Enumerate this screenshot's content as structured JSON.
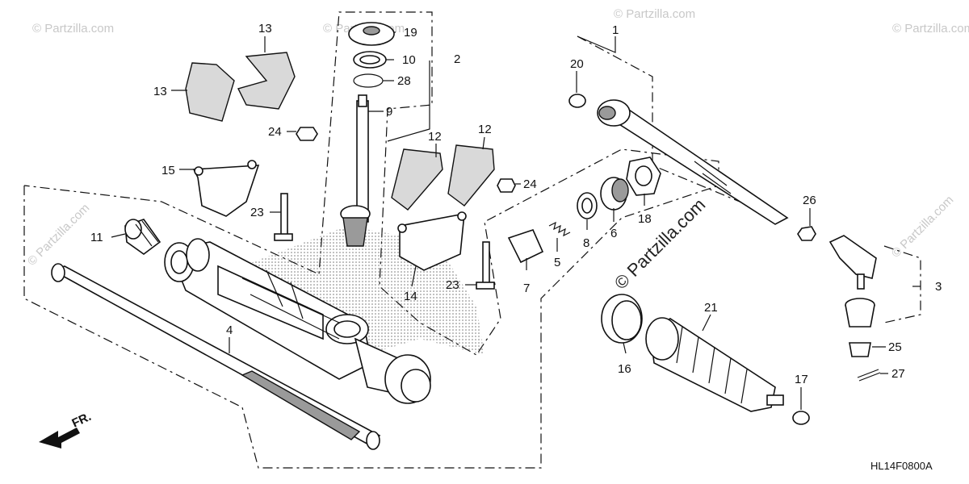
{
  "diagram": {
    "code": "HL14F0800A",
    "direction_label": "FR.",
    "watermark": "© Partzilla.com",
    "watermark_small": "© Partzilla.com",
    "callouts": {
      "c1": "1",
      "c2": "2",
      "c3": "3",
      "c4": "4",
      "c5": "5",
      "c6": "6",
      "c7": "7",
      "c8": "8",
      "c9": "9",
      "c10": "10",
      "c11": "11",
      "c12a": "12",
      "c12b": "12",
      "c13a": "13",
      "c13b": "13",
      "c14": "14",
      "c15": "15",
      "c16": "16",
      "c17": "17",
      "c18": "18",
      "c19": "19",
      "c20": "20",
      "c21": "21",
      "c23a": "23",
      "c23b": "23",
      "c24a": "24",
      "c24b": "24",
      "c25": "25",
      "c26": "26",
      "c27": "27",
      "c28": "28"
    }
  }
}
